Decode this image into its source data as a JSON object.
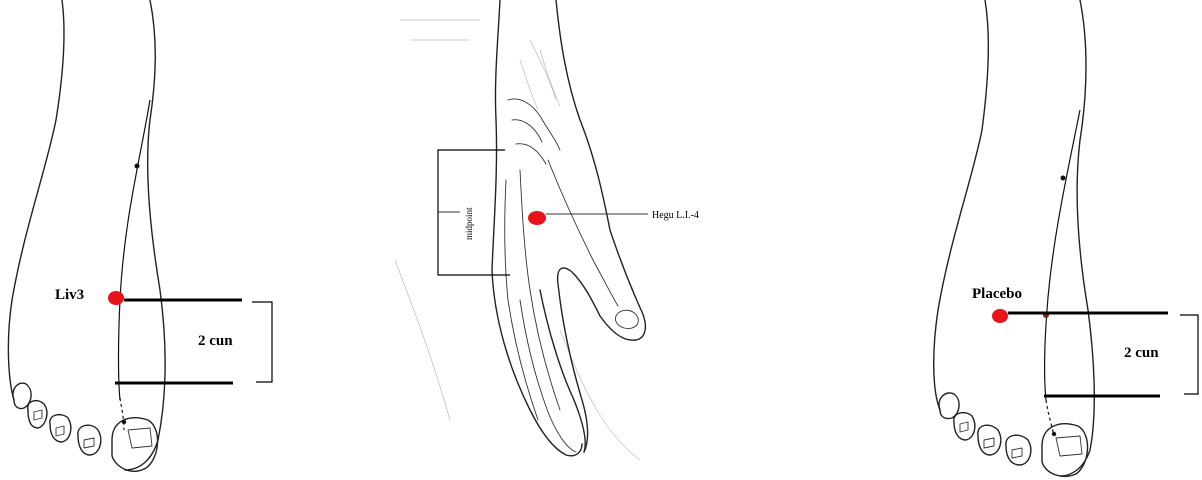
{
  "labels": {
    "left_point": "Liv3",
    "left_distance": "2 cun",
    "hand_point": "Hegu L.I.-4",
    "hand_midpoint": "midpoint",
    "right_point": "Placebo",
    "right_distance": "2 cun"
  },
  "colors": {
    "acupoint": "#e8141b",
    "outline": "#222222"
  }
}
